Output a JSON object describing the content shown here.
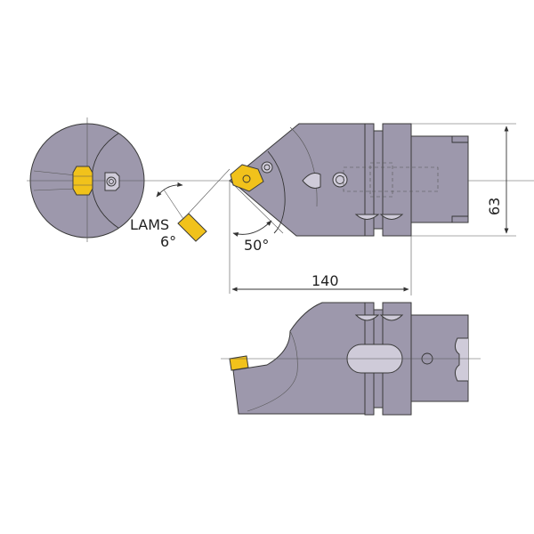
{
  "dimensions": {
    "height": "63",
    "length": "140",
    "approach_angle": "50°",
    "lams_label": "LAMS",
    "lams_angle": "6°"
  },
  "colors": {
    "body": "#9d98ac",
    "insert": "#f1c21b",
    "ring": "#cfcbd9",
    "outline": "#3a3a3a",
    "dimension_line": "#333333"
  }
}
